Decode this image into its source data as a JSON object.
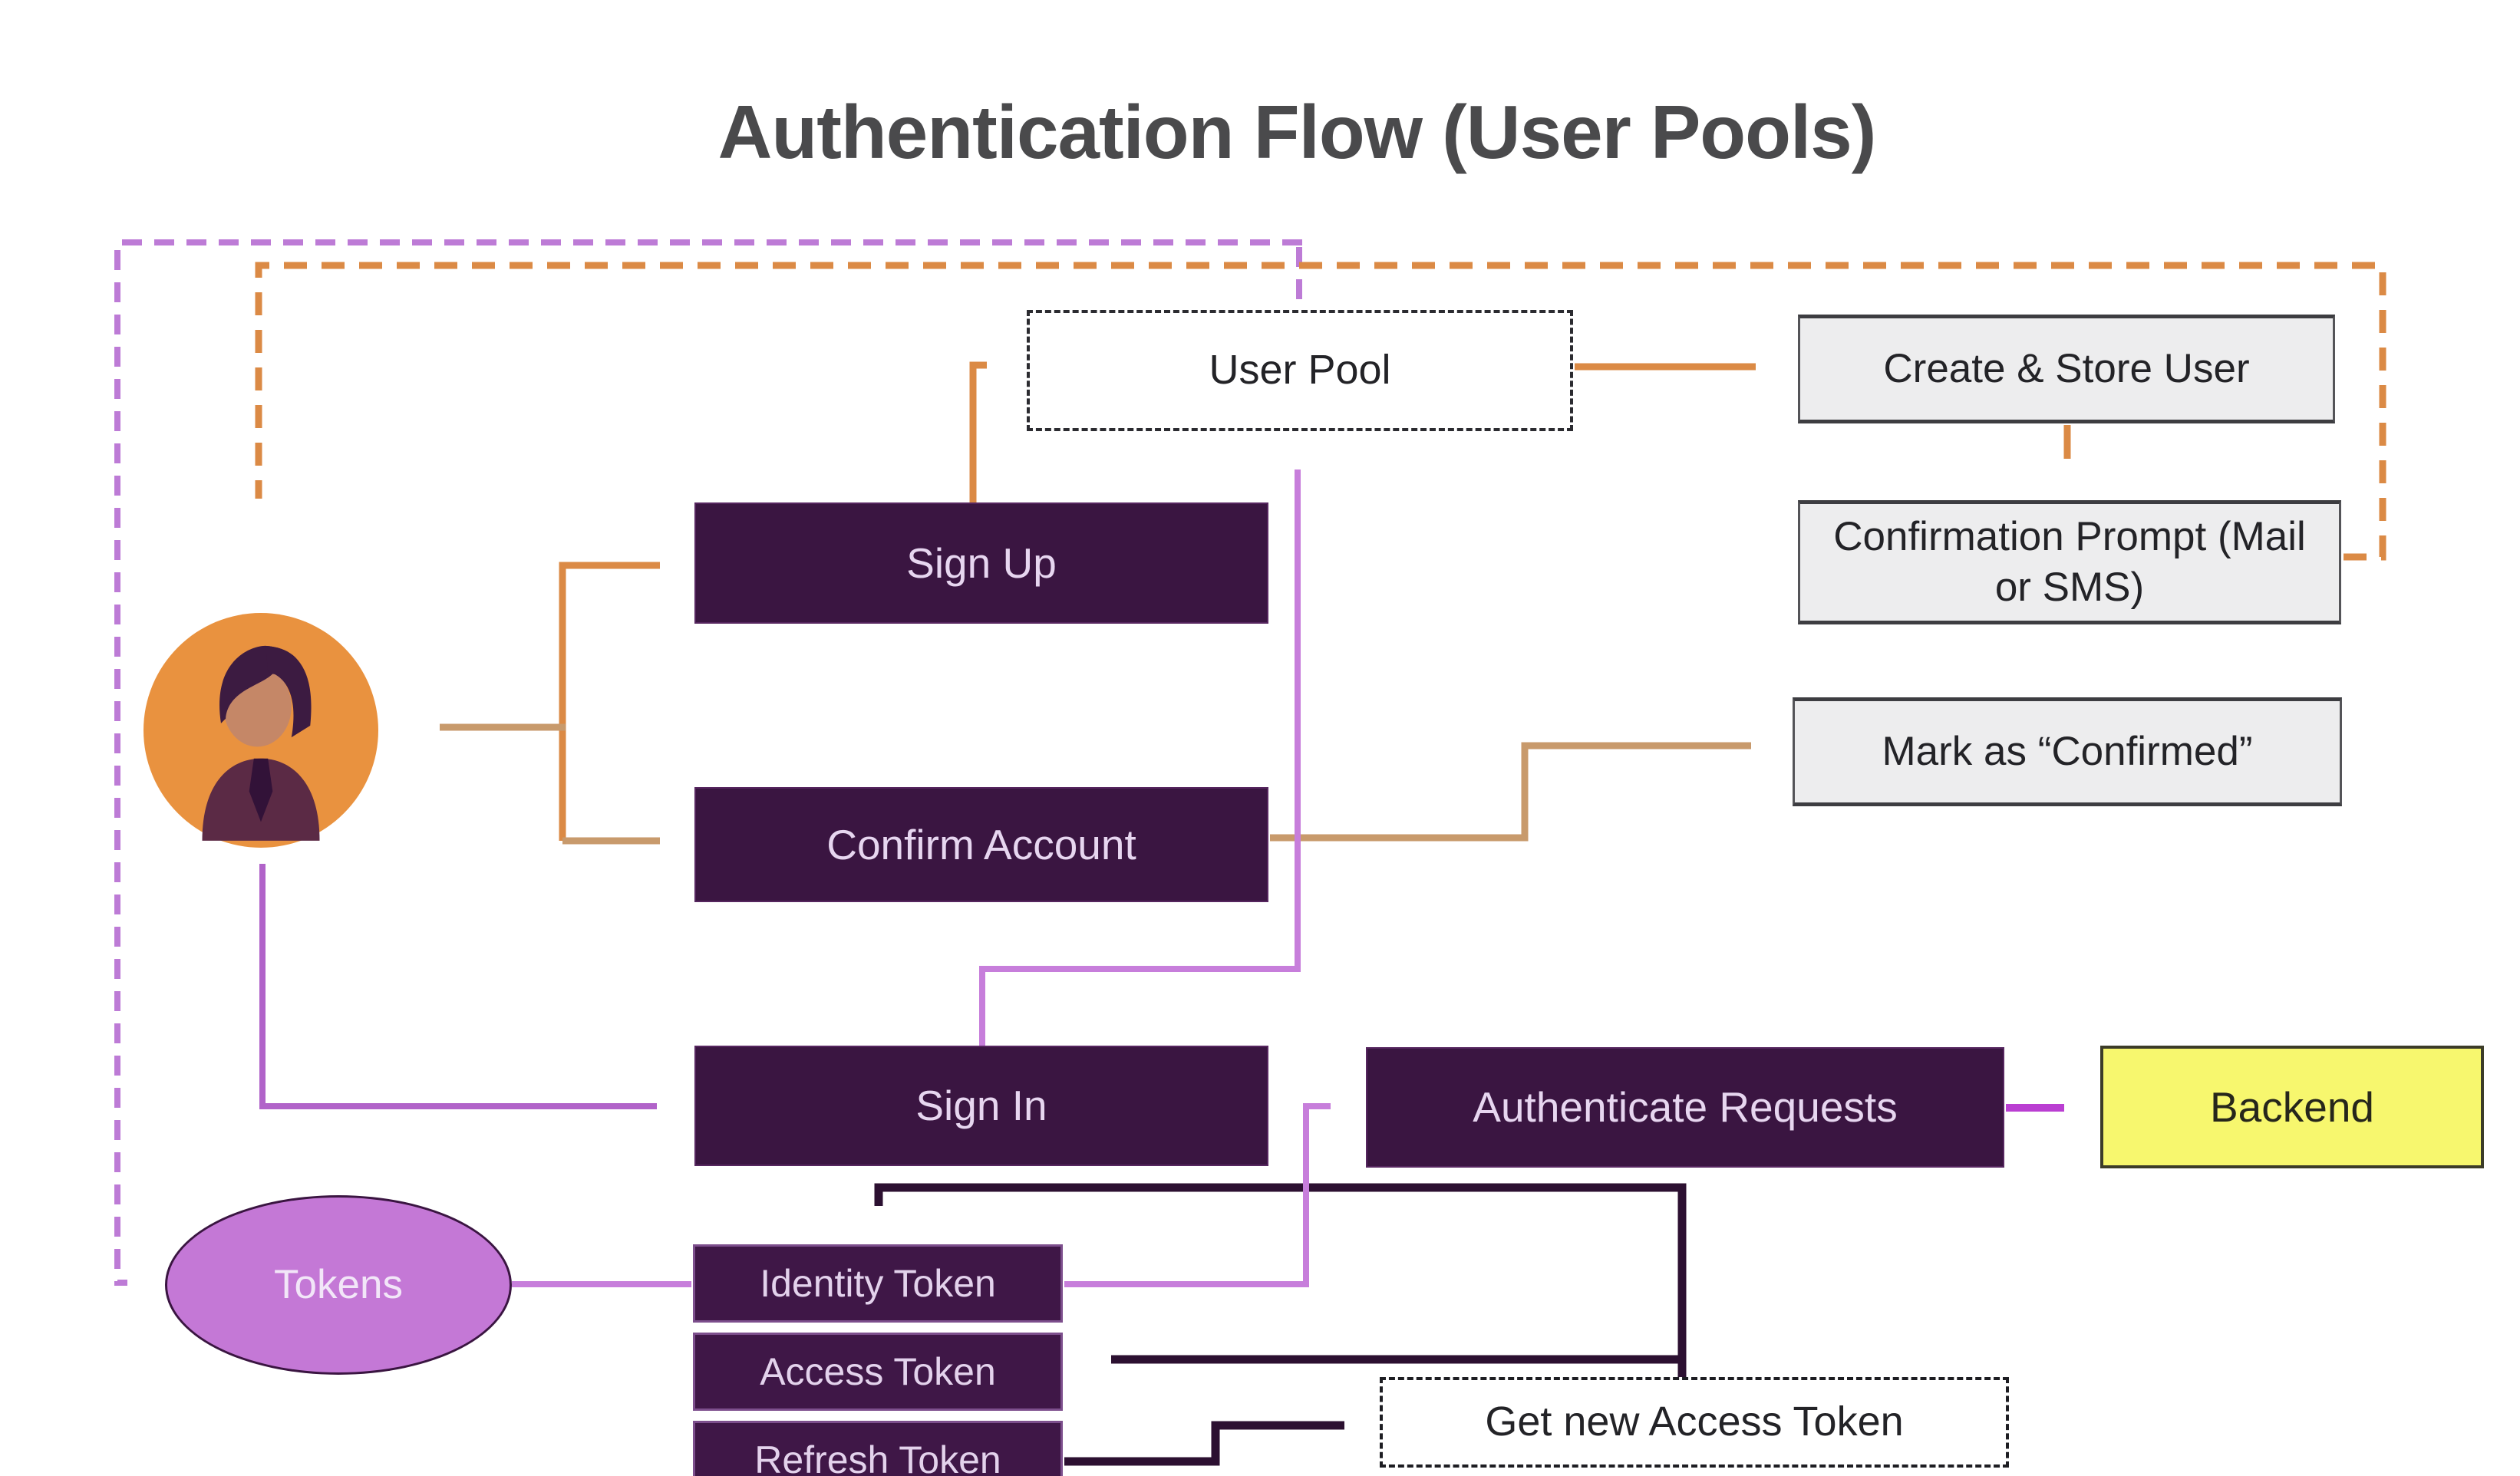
{
  "title": "Authentication Flow (User Pools)",
  "nodes": {
    "user_pool": {
      "label": "User Pool"
    },
    "create_store_user": {
      "label": "Create & Store User"
    },
    "confirmation_prompt": {
      "label": "Confirmation Prompt (Mail or SMS)"
    },
    "sign_up": {
      "label": "Sign Up"
    },
    "confirm_account": {
      "label": "Confirm Account"
    },
    "mark_confirmed": {
      "label": "Mark as “Confirmed”"
    },
    "sign_in": {
      "label": "Sign In"
    },
    "authenticate_requests": {
      "label": "Authenticate Requests"
    },
    "backend": {
      "label": "Backend"
    },
    "tokens": {
      "label": "Tokens"
    },
    "identity_token": {
      "label": "Identity Token"
    },
    "access_token": {
      "label": "Access Token"
    },
    "refresh_token": {
      "label": "Refresh Token"
    },
    "get_new_access_token": {
      "label": "Get new Access Token"
    }
  },
  "icons": {
    "user_avatar": "person-in-orange-circle"
  },
  "colors": {
    "title_text": "#4a4a4c",
    "orange_arrow": "#db8a45",
    "tan_arrow": "#c89a6c",
    "purple_dashed": "#bd7bd6",
    "violet_line": "#c77edb",
    "medium_purple": "#b163c9",
    "magenta_arrow": "#ba3ed2",
    "dark_line": "#2c1031",
    "dark_box": "#3a1541",
    "token_box": "#3f1747",
    "gray_box": "#ededee",
    "yellow_box": "#f7f76e",
    "tokens_ellipse": "#c478d6",
    "avatar_circle": "#e9923f"
  }
}
